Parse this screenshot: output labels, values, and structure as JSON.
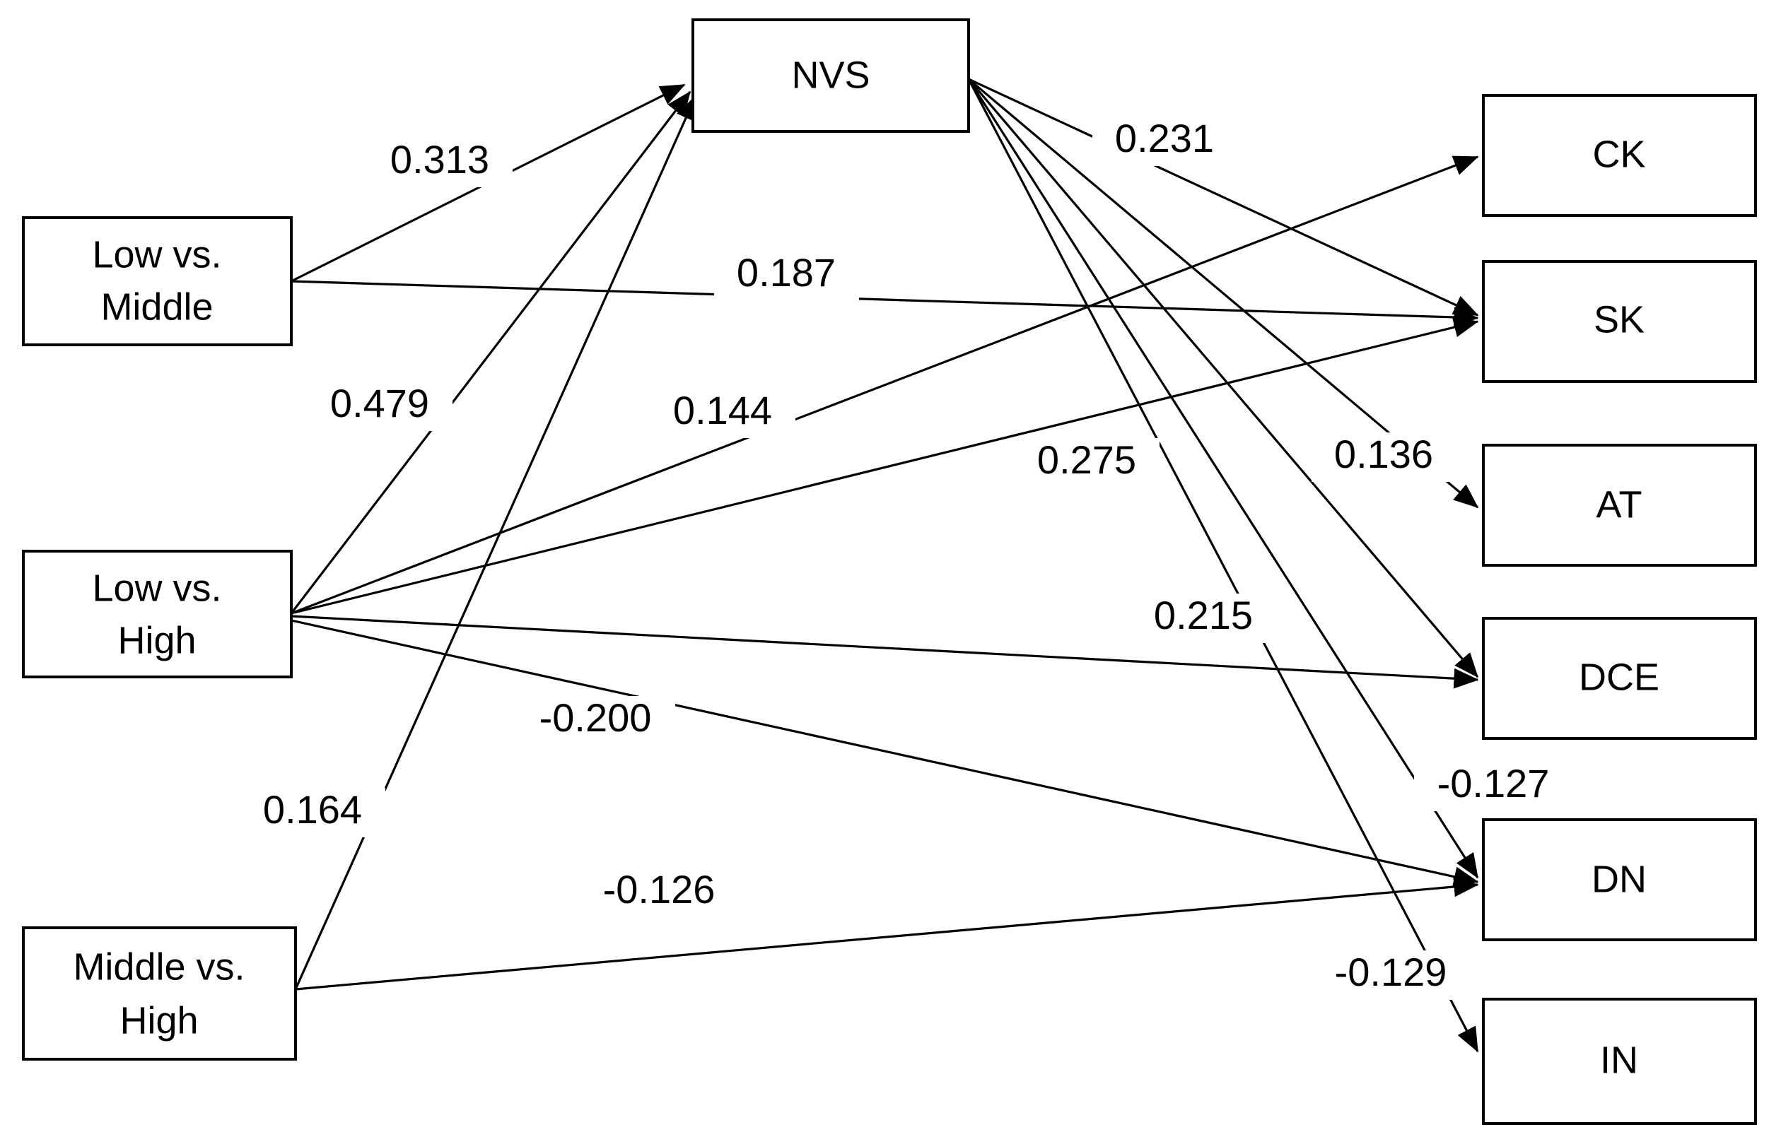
{
  "diagram": {
    "type": "path-diagram",
    "background_color": "#ffffff",
    "line_color": "#000000",
    "predictors": [
      {
        "id": "low-middle",
        "line1": "Low vs.",
        "line2": "Middle"
      },
      {
        "id": "low-high",
        "line1": "Low vs.",
        "line2": "High"
      },
      {
        "id": "middle-high",
        "line1": "Middle vs.",
        "line2": "High"
      }
    ],
    "mediator": {
      "id": "nvs",
      "label": "NVS"
    },
    "outcomes": [
      {
        "id": "ck",
        "label": "CK"
      },
      {
        "id": "sk",
        "label": "SK"
      },
      {
        "id": "at",
        "label": "AT"
      },
      {
        "id": "dce",
        "label": "DCE"
      },
      {
        "id": "dn",
        "label": "DN"
      },
      {
        "id": "in",
        "label": "IN"
      }
    ],
    "paths": [
      {
        "id": "p1",
        "from": "low-middle",
        "to": "nvs",
        "coefficient": "0.313"
      },
      {
        "id": "p2",
        "from": "low-middle",
        "to": "sk",
        "coefficient": "0.187"
      },
      {
        "id": "p3",
        "from": "low-high",
        "to": "nvs",
        "coefficient": "0.479"
      },
      {
        "id": "p4",
        "from": "low-high",
        "to": "sk",
        "coefficient": "0.144"
      },
      {
        "id": "p5",
        "from": "low-high",
        "to": "ck",
        "coefficient": "0.275"
      },
      {
        "id": "p6",
        "from": "low-high",
        "to": "dce",
        "coefficient": "0.215"
      },
      {
        "id": "p7",
        "from": "low-high",
        "to": "dn",
        "coefficient": "-0.200"
      },
      {
        "id": "p8",
        "from": "middle-high",
        "to": "nvs",
        "coefficient": "0.164"
      },
      {
        "id": "p9",
        "from": "middle-high",
        "to": "dn",
        "coefficient": "-0.126"
      },
      {
        "id": "p10",
        "from": "nvs",
        "to": "sk",
        "coefficient": "0.231"
      },
      {
        "id": "p11",
        "from": "nvs",
        "to": "dce",
        "coefficient": "0.136"
      },
      {
        "id": "p12",
        "from": "nvs",
        "to": "at",
        "coefficient": "-0.127"
      },
      {
        "id": "p13",
        "from": "nvs",
        "to": "in",
        "coefficient": "-0.129"
      }
    ],
    "labels": {
      "l_0313": "0.313",
      "l_0187": "0.187",
      "l_0479": "0.479",
      "l_0144": "0.144",
      "l_0275": "0.275",
      "l_0136": "0.136",
      "l_0215": "0.215",
      "l_m0200": "-0.200",
      "l_0164": "0.164",
      "l_m0126": "-0.126",
      "l_0231": "0.231",
      "l_m0127": "-0.127",
      "l_m0129": "-0.129"
    }
  }
}
